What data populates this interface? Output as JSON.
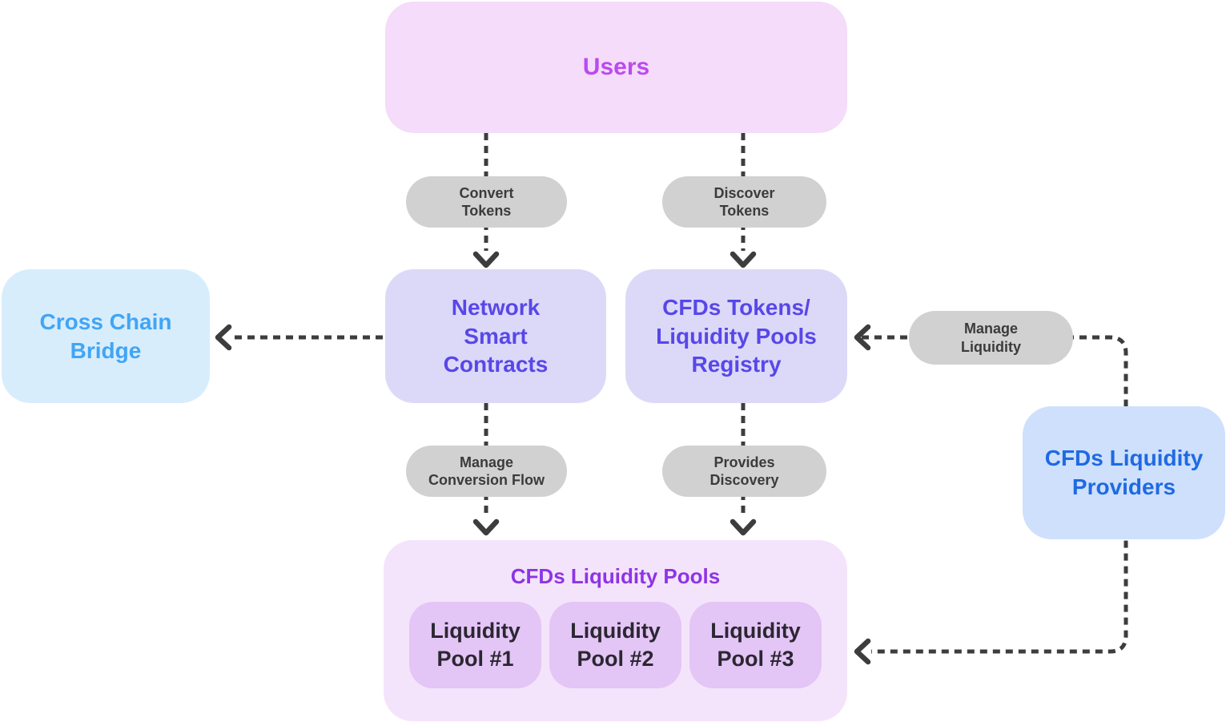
{
  "colors": {
    "canvas_bg": "#ffffff",
    "users_bg": "#f4dcfa",
    "users_text": "#bc4aee",
    "purple_bg": "#dcd9f8",
    "purple_text": "#5847e8",
    "lightblue_bg": "#d8edfc",
    "lightblue_text": "#41a5f5",
    "blue_bg": "#cfe0fc",
    "blue_text": "#1e6ae3",
    "pill_bg": "#d1d1d1",
    "pill_text": "#3b3b3b",
    "pools_bg": "#f4e4fb",
    "pools_title_text": "#8d34e6",
    "pool_item_bg": "#e3c5f6",
    "pool_item_text": "#2b2731",
    "arrow": "#3d3d3d"
  },
  "nodes": {
    "users": {
      "label": "Users"
    },
    "convert_tokens": {
      "label": "Convert\nTokens"
    },
    "discover_tokens": {
      "label": "Discover\nTokens"
    },
    "cross_chain_bridge": {
      "label": "Cross Chain\nBridge"
    },
    "network_smart_contracts": {
      "label": "Network\nSmart\nContracts"
    },
    "cfds_registry": {
      "label": "CFDs Tokens/\nLiquidity Pools\nRegistry"
    },
    "manage_liquidity": {
      "label": "Manage\nLiquidity"
    },
    "cfds_liquidity_providers": {
      "label": "CFDs Liquidity\nProviders"
    },
    "manage_conversion_flow": {
      "label": "Manage\nConversion Flow"
    },
    "provides_discovery": {
      "label": "Provides\nDiscovery"
    },
    "cfds_liquidity_pools": {
      "title": "CFDs Liquidity Pools",
      "items": [
        {
          "label": "Liquidity\nPool #1"
        },
        {
          "label": "Liquidity\nPool #2"
        },
        {
          "label": "Liquidity\nPool #3"
        }
      ]
    }
  }
}
